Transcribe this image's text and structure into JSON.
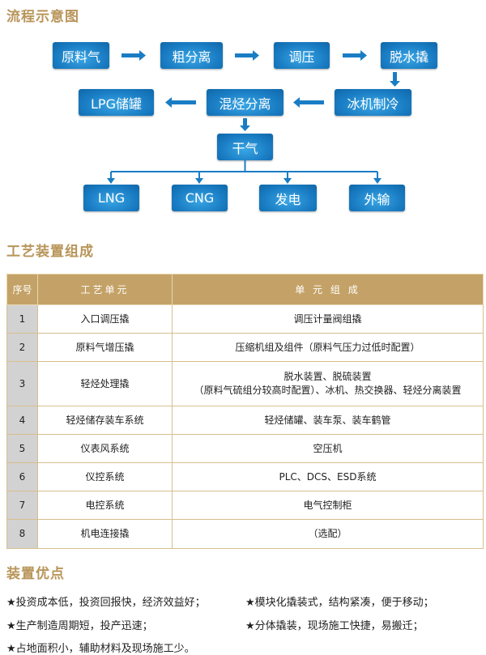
{
  "flow": {
    "title": "流程示意图",
    "nodes": {
      "raw_gas": "原料气",
      "coarse_sep": "粗分离",
      "pressure_reg": "调压",
      "dehydration": "脱水撬",
      "lpg_tank": "LPG储罐",
      "mixed_hc_sep": "混烃分离",
      "refrigeration": "冰机制冷",
      "dry_gas": "干气",
      "lng": "LNG",
      "cng": "CNG",
      "power": "发电",
      "export": "外输"
    }
  },
  "composition": {
    "title": "工艺装置组成",
    "headers": [
      "序号",
      "工艺单元",
      "单 元 组 成"
    ],
    "rows": [
      {
        "no": "1",
        "unit": "入口调压撬",
        "content": "调压计量阀组撬",
        "content2": ""
      },
      {
        "no": "2",
        "unit": "原料气增压撬",
        "content": "压缩机组及组件（原料气压力过低时配置）",
        "content2": ""
      },
      {
        "no": "3",
        "unit": "轻烃处理撬",
        "content": "脱水装置、脱硫装置",
        "content2": "（原料气硫组分较高时配置）、冰机、热交换器、轻烃分离装置"
      },
      {
        "no": "4",
        "unit": "轻烃储存装车系统",
        "content": "轻烃储罐、装车泵、装车鹤管",
        "content2": ""
      },
      {
        "no": "5",
        "unit": "仪表风系统",
        "content": "空压机",
        "content2": ""
      },
      {
        "no": "6",
        "unit": "仪控系统",
        "content": "PLC、DCS、ESD系统",
        "content2": ""
      },
      {
        "no": "7",
        "unit": "电控系统",
        "content": "电气控制柜",
        "content2": ""
      },
      {
        "no": "8",
        "unit": "机电连接撬",
        "content": "（选配）",
        "content2": ""
      }
    ]
  },
  "advantages": {
    "title": "装置优点",
    "items": [
      "★投资成本低，投资回报快，经济效益好；",
      "★模块化撬装式，结构紧凑，便于移动；",
      "★生产制造周期短，投产迅速；",
      "★分体撬装，现场施工快捷，易搬迁；",
      "★占地面积小，辅助材料及现场施工少。"
    ]
  },
  "colors": {
    "accent": "#b8955a",
    "box": "#1a7dc4",
    "header": "#c4a267"
  }
}
